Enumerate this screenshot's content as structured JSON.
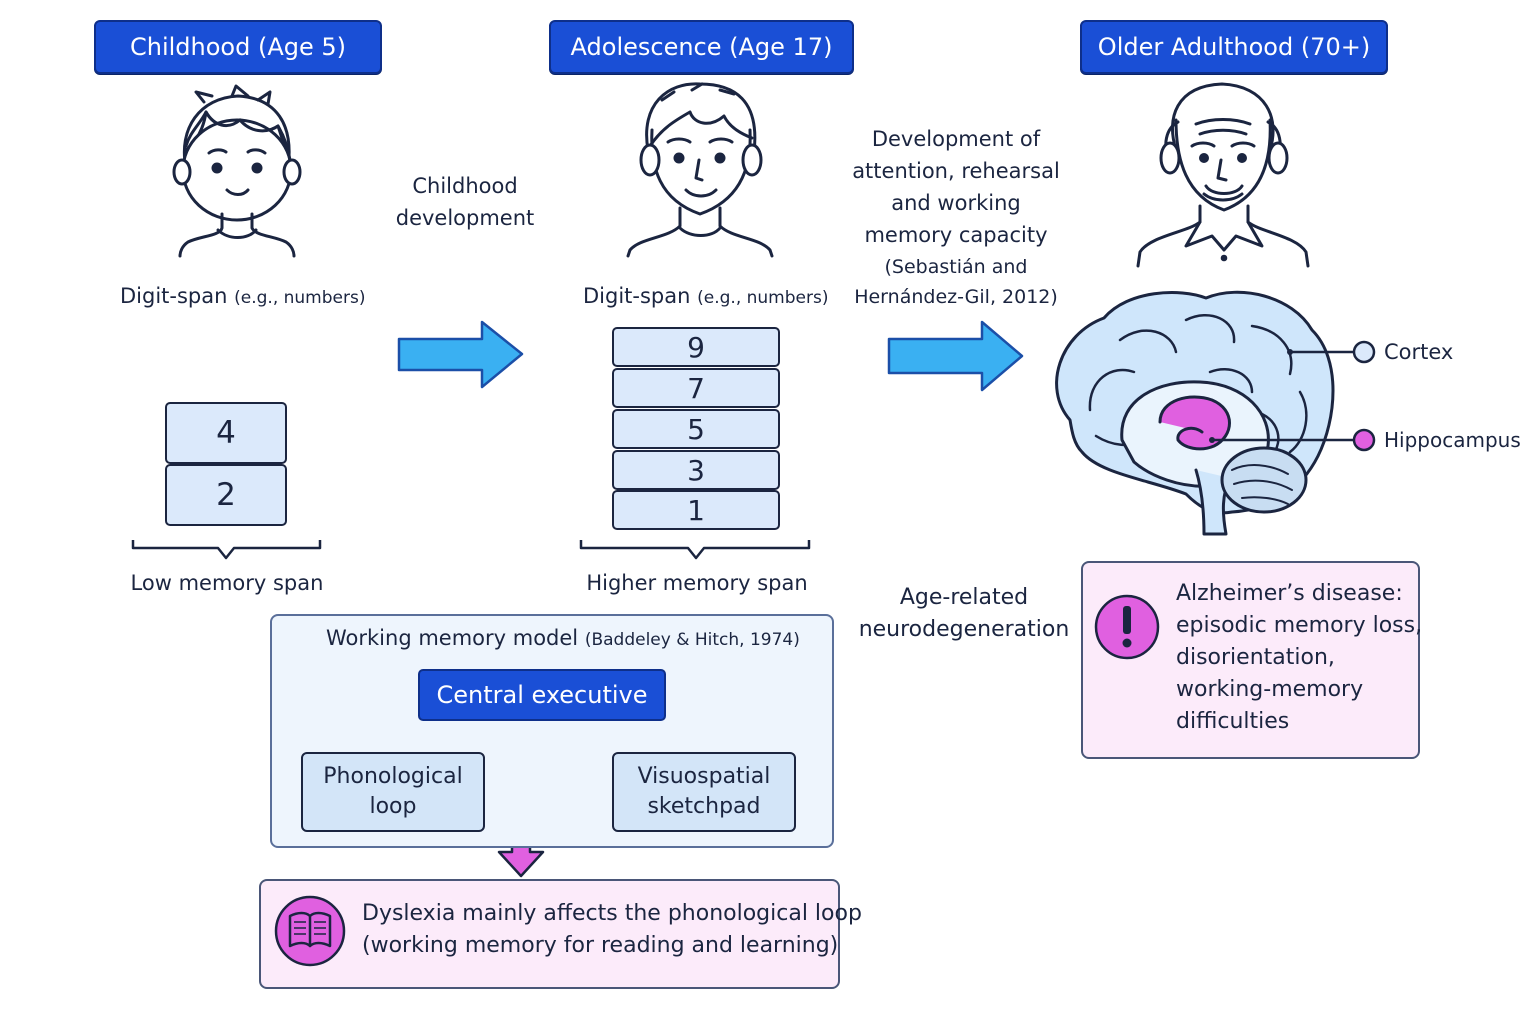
{
  "stages": {
    "childhood": "Childhood (Age 5)",
    "adolescence": "Adolescence (Age 17)",
    "older": "Older Adulthood (70+)"
  },
  "childhood": {
    "digit_span_label": "Digit-span",
    "digit_span_note": "(e.g., numbers)",
    "digits": [
      "4",
      "2"
    ],
    "span_caption": "Low memory span"
  },
  "transition1": {
    "line1": "Childhood",
    "line2": "development"
  },
  "adolescence": {
    "digit_span_label": "Digit-span",
    "digit_span_note": "(e.g., numbers)",
    "digits": [
      "9",
      "7",
      "5",
      "3",
      "1"
    ],
    "span_caption": "Higher memory span"
  },
  "transition2": {
    "lines": [
      "Development of",
      "attention, rehearsal",
      "and working",
      "memory capacity"
    ],
    "citation_lines": [
      "(Sebastián and",
      "Hernández-Gil, 2012)"
    ]
  },
  "brain": {
    "cortex_label": "Cortex",
    "hippocampus_label": "Hippocampus"
  },
  "working_memory": {
    "title": "Working memory model",
    "citation": "(Baddeley & Hitch, 1974)",
    "central": "Central executive",
    "phonological": [
      "Phonological",
      "loop"
    ],
    "visuospatial": [
      "Visuospatial",
      "sketchpad"
    ]
  },
  "dyslexia": {
    "line1": "Dyslexia mainly affects the phonological loop",
    "line2": "(working memory for reading and learning)"
  },
  "neurodegeneration": {
    "line1": "Age-related",
    "line2": "neurodegeneration"
  },
  "alzheimers": {
    "title": "Alzheimer’s disease:",
    "lines": [
      "episodic memory loss,",
      "disorientation,",
      "working-memory",
      "difficulties"
    ]
  },
  "colors": {
    "header_blue": "#1a4fd6",
    "arrow_blue": "#3ab0f2",
    "magenta": "#e060e0",
    "light_blue": "#dbe9fb",
    "light_pink": "#fcebfa"
  }
}
